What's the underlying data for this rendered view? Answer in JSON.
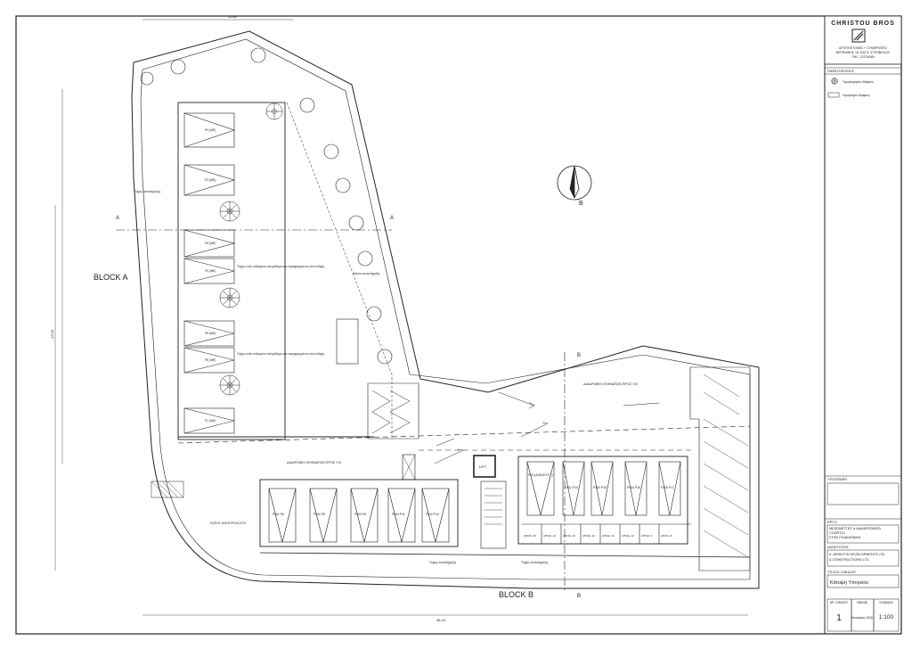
{
  "title_block": {
    "company": "CHRISTOU BROS",
    "company_sub_1": "ΑΡΧΙΤΕΚΤΟΝΕΣ  +  ΣΥΝΕΡΓΑΤΕΣ",
    "company_sub_2": "ΒΕΡΕΝΙΚΗΣ 15, ΚΑΤ.3, ΣΤΡΟΒΟΛΟΣ",
    "company_sub_3": "ΤΗΛ. 22376080",
    "notes_header": "ΠΑΡΑΤΗΡΗΣΕΙΣ",
    "legend_1": "Υψομέτρηση εδάφους",
    "legend_2": "Υψόμετρα εδάφους",
    "signature_header": "ΥΠΟΓΡΑΦΗ",
    "project_header": "ΕΡΓΟ",
    "project_1": "ΜΕΖΟΝΕΤΤΕΣ & ΔΙΑΜΕΡΙΣΜΑΤΑ",
    "project_2": "COURT12",
    "project_3": "ΣΤΗΝ ΠΛΑΚΑΤΑΜΙΑ",
    "owner_header": "ΙΔΙΟΚΤΗΤΗΣ",
    "owner_1": "K. ARISOTIS DEVELOPMENTS LTD",
    "owner_2": "& CONSTRUCTIONS LTD",
    "drawing_header": "ΤΙΤΛΟΣ ΣΧΕΔΙΟΥ",
    "drawing_title": "Κάτοψη Υπογείου",
    "sheet_label": "ΑΡ. ΣΧΕΔΙΟΥ",
    "sheet_no": "1",
    "date_label": "ΗΜ/ΝΙΑ",
    "date_value": "Ιανουάριος 2008",
    "scale_label": "ΚΛΙΜΑΚΑ",
    "scale_value": "1:100"
  },
  "plan": {
    "block_a": "BLOCK A",
    "block_b": "BLOCK B",
    "north": "B",
    "section_a": "A",
    "section_b": "B",
    "ramp_top": "ΔΙΑΔΡΟΜΗ ΟΧΗΜΑΤΩΝ ΠΡΟΣ Υ/Ζ",
    "ramp_mid": "ΔΙΑΔΡΟΜΗ ΟΧΗΜΑΤΩΝ ΠΡΟΣ Υ/Ζ",
    "wall_a": "Τοίχος Αντιστήριξης",
    "wall_b1": "Τοίχος Αντιστήριξης",
    "wall_b2": "Τοίχος Αντιστήριξης",
    "garden": "Κήπος αντιστήριξης",
    "concrete_1": "Τοίχος από οπλισμένο σκυρόδεμα και περιφραγμένος από εδάφη",
    "concrete_2": "Τοίχος από οπλισμένο σκυρόδεμα και περιφραγμένος από εδάφη",
    "lift": "LIFT",
    "storage": "ΧΩΡΟΣ ΗΛΕΚΤΡΟΛΟΓΟΥ",
    "lift_label": "P13 (ΑΝΕΛΚΥΣΤ.)",
    "parking_a": [
      "P4 (ΜΕ)",
      "P3 (ΜΕ)",
      "P5 (ΜΕ)",
      "P4 (ΜΕ)",
      "P5 (ΜΕ)",
      "P6 (ΜΕ)",
      "P1 (ΜΕ)"
    ],
    "parking_b": [
      "Ρ201 P5",
      "Ρ202 P6",
      "Ρ203 P8",
      "Ρ204 P11",
      "Ρ212 P12"
    ],
    "parking_c": [
      "Ρ101 Ρ14",
      "Ρ103 Ρ15",
      "Ρ104 Ρ16",
      "Ρ105 Ρ17"
    ],
    "stores": [
      "ΑΠΟΘ. 15",
      "ΑΠΟΘ. 14",
      "ΑΠΟΘ. 13",
      "ΑΠΟΘ. 12",
      "ΑΠΟΘ. 11",
      "ΑΠΟΘ. 10",
      "ΑΠΟΘ. 9",
      "ΑΠΟΘ. 8"
    ],
    "dim_top": "10.80",
    "dim_bottom": "46.10",
    "dim_left": "12.00"
  }
}
